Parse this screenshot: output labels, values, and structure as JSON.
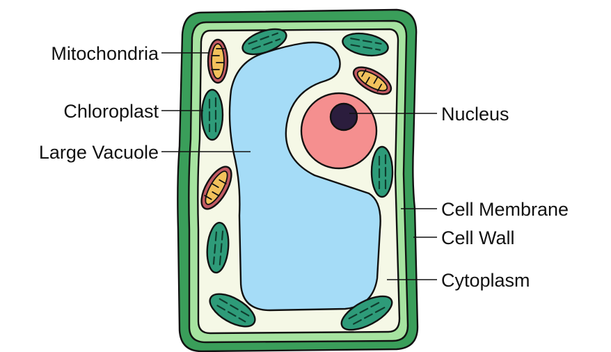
{
  "labels": {
    "mitochondria": "Mitochondria",
    "chloroplast": "Chloroplast",
    "large_vacuole": "Large Vacuole",
    "nucleus": "Nucleus",
    "cell_membrane": "Cell Membrane",
    "cell_wall": "Cell Wall",
    "cytoplasm": "Cytoplasm"
  },
  "colors": {
    "cell_wall": "#3a9e5a",
    "cell_membrane": "#a6e3a0",
    "cytoplasm": "#f5f8e6",
    "vacuole": "#a5dcf7",
    "nucleus": "#f58f8f",
    "nucleolus": "#2b1d3d",
    "chloroplast": "#2e9b79",
    "mitochondria": "#c25a63",
    "mitochondria_inner": "#f2c15c"
  }
}
